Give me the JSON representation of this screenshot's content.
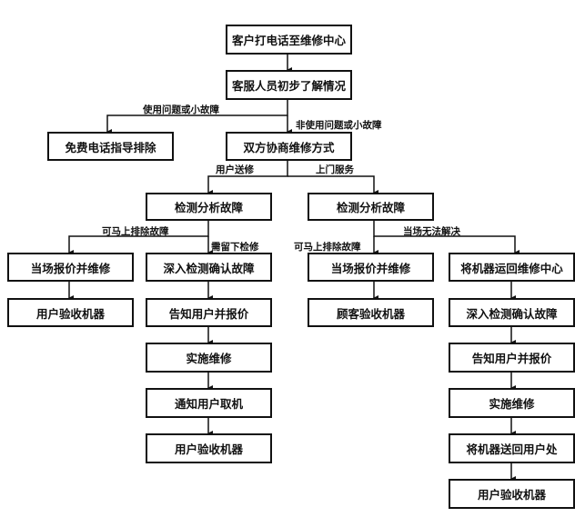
{
  "nodes": {
    "call_center": "客户打电话至维修中心",
    "service_staff": "客服人员初步了解情况",
    "free_phone_guide": "免费电话指导排除",
    "negotiate_method": "双方协商维修方式",
    "detect_left": "检测分析故障",
    "detect_right": "检测分析故障",
    "c1": [
      "当场报价并维修",
      "用户验收机器"
    ],
    "c2": [
      "深入检测确认故障",
      "告知用户并报价",
      "实施维修",
      "通知用户取机",
      "用户验收机器"
    ],
    "c3": [
      "当场报价并维修",
      "顾客验收机器"
    ],
    "c4": [
      "将机器运回维修中心",
      "深入检测确认故障",
      "告知用户并报价",
      "实施维修",
      "将机器送回用户处",
      "用户验收机器"
    ]
  },
  "edge_labels": {
    "usage_issue": "使用问题或小故障",
    "non_usage_issue": "非使用问题或小故障",
    "user_sends": "用户送修",
    "onsite_service": "上门服务",
    "fix_now_left": "可马上排除故障",
    "keep_for_repair": "需留下检修",
    "cannot_solve": "当场无法解决",
    "fix_now_right": "可马上排除故障"
  }
}
